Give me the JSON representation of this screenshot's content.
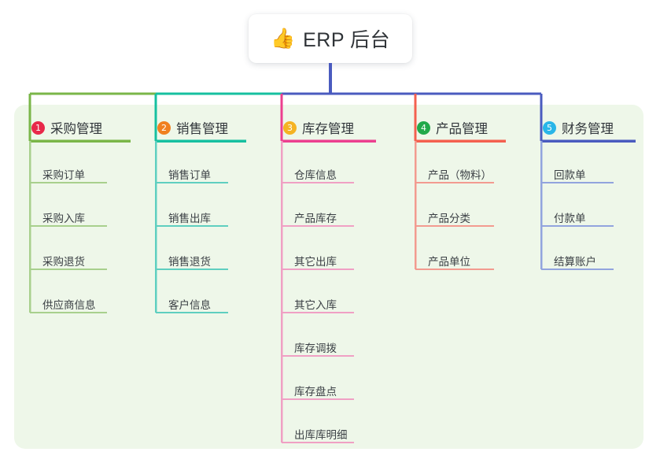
{
  "diagram": {
    "type": "mind-map",
    "title": "ERP 后台",
    "root": {
      "emoji": "👍",
      "emoji_name": "thumbs-up-icon",
      "label": "ERP 后台"
    },
    "panel_color": "#eef7e9",
    "trunk_segments": [
      {
        "color": "#7ab648"
      },
      {
        "color": "#16c0a0"
      },
      {
        "color": "#4a5bbf"
      }
    ],
    "columns": [
      {
        "index": "1",
        "label": "采购管理",
        "badge_color": "#e8294a",
        "line_color": "#7ab648",
        "leaf_line_color": "#a8d08d",
        "items": [
          "采购订单",
          "采购入库",
          "采购退货",
          "供应商信息"
        ]
      },
      {
        "index": "2",
        "label": "销售管理",
        "badge_color": "#f08020",
        "line_color": "#16c0a0",
        "leaf_line_color": "#5fcfc0",
        "items": [
          "销售订单",
          "销售出库",
          "销售退货",
          "客户信息"
        ]
      },
      {
        "index": "3",
        "label": "库存管理",
        "badge_color": "#f5b323",
        "line_color": "#ec3f8f",
        "leaf_line_color": "#f0a0c4",
        "items": [
          "仓库信息",
          "产品库存",
          "其它出库",
          "其它入库",
          "库存调拨",
          "库存盘点",
          "出库库明细"
        ]
      },
      {
        "index": "4",
        "label": "产品管理",
        "badge_color": "#21a94a",
        "line_color": "#f4604f",
        "leaf_line_color": "#f39b90",
        "items": [
          "产品（物料）",
          "产品分类",
          "产品单位"
        ]
      },
      {
        "index": "5",
        "label": "财务管理",
        "badge_color": "#29b6e8",
        "line_color": "#4a5bbf",
        "leaf_line_color": "#92a4de",
        "items": [
          "回款单",
          "付款单",
          "结算账户"
        ]
      }
    ]
  }
}
